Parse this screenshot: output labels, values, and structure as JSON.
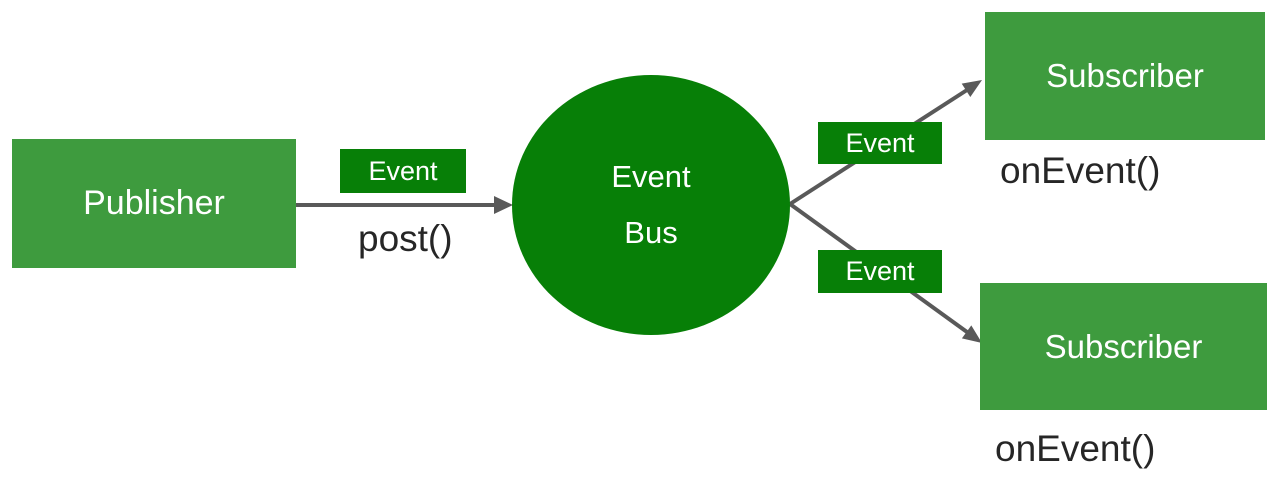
{
  "colors": {
    "node_green": "#3E9B3E",
    "bus_green": "#077F07",
    "arrow_gray": "#595959",
    "label_dark": "#262626",
    "text_white": "#FFFFFF",
    "background": "#FFFFFF"
  },
  "diagram": {
    "publisher": {
      "label": "Publisher",
      "method": "post()"
    },
    "bus": {
      "line1": "Event",
      "line2": "Bus"
    },
    "badges": {
      "publish": "Event",
      "top": "Event",
      "bottom": "Event"
    },
    "subscribers": {
      "top": {
        "label": "Subscriber",
        "method": "onEvent()"
      },
      "bottom": {
        "label": "Subscriber",
        "method": "onEvent()"
      }
    }
  }
}
